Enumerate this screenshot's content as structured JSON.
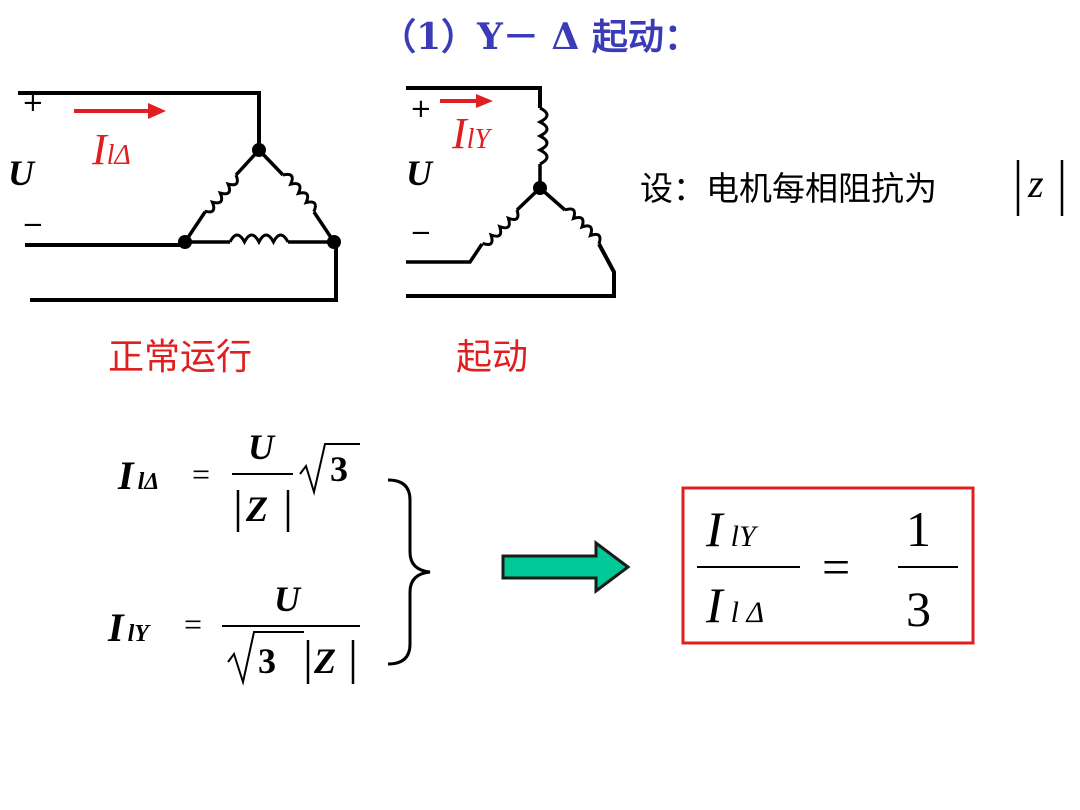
{
  "title": "（1）Y－ Δ 起动：",
  "left_circuit": {
    "plus": "+",
    "minus": "−",
    "voltage": "U",
    "current": "I",
    "current_sub": "lΔ",
    "caption": "正常运行"
  },
  "right_circuit": {
    "plus": "+",
    "minus": "−",
    "voltage": "U",
    "current": "I",
    "current_sub": "lY",
    "caption": "起动"
  },
  "note": {
    "text": "设：电机每相阻抗为",
    "symbol": "z"
  },
  "formula1": {
    "lhs": "I",
    "lhs_sub": "lΔ",
    "eq": "=",
    "numerator": "U",
    "denominator": "Z",
    "factor": "3"
  },
  "formula2": {
    "lhs": "I",
    "lhs_sub": "lY",
    "eq": "=",
    "numerator": "U",
    "root": "3",
    "denominator": "Z"
  },
  "result": {
    "num": "I",
    "num_sub": "lY",
    "den": "I",
    "den_sub": "l Δ",
    "eq": "=",
    "val_num": "1",
    "val_den": "3"
  },
  "colors": {
    "title": "#3b3bb7",
    "current_arrow": "#e02020",
    "arrow_fill": "#00c896",
    "result_border": "#e02020"
  }
}
